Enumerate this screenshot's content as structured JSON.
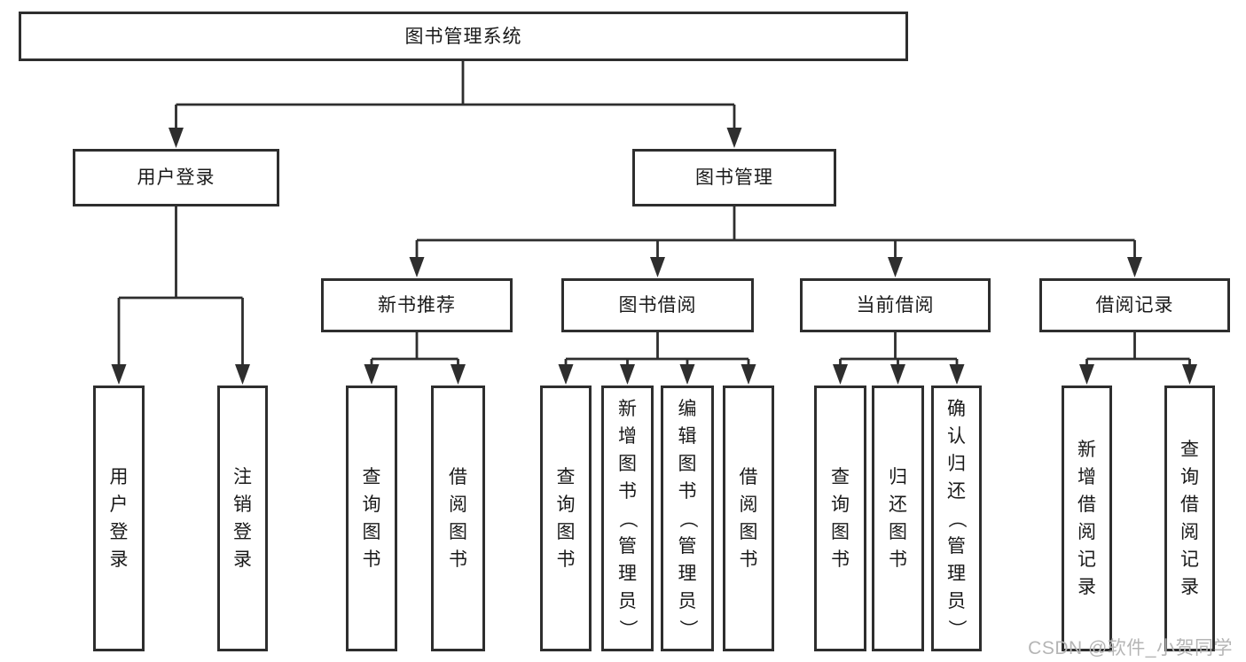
{
  "diagram": {
    "root": {
      "label": "图书管理系统"
    },
    "branches": [
      {
        "label": "用户登录",
        "children": [
          {
            "label": "用户登录"
          },
          {
            "label": "注销登录"
          }
        ]
      },
      {
        "label": "图书管理",
        "children": [
          {
            "label": "新书推荐",
            "children": [
              {
                "label": "查询图书"
              },
              {
                "label": "借阅图书"
              }
            ]
          },
          {
            "label": "图书借阅",
            "children": [
              {
                "label": "查询图书"
              },
              {
                "label": "新增图书（管理员）"
              },
              {
                "label": "编辑图书（管理员）"
              },
              {
                "label": "借阅图书"
              }
            ]
          },
          {
            "label": "当前借阅",
            "children": [
              {
                "label": "查询图书"
              },
              {
                "label": "归还图书"
              },
              {
                "label": "确认归还（管理员）"
              }
            ]
          },
          {
            "label": "借阅记录",
            "children": [
              {
                "label": "新增借阅记录"
              },
              {
                "label": "查询借阅记录"
              }
            ]
          }
        ]
      }
    ],
    "watermark": "CSDN @软件_小贺同学",
    "colors": {
      "line": "#2e2e2e",
      "text": "#1a1a1a",
      "watermark": "#b5b5b5",
      "background": "#ffffff"
    }
  }
}
